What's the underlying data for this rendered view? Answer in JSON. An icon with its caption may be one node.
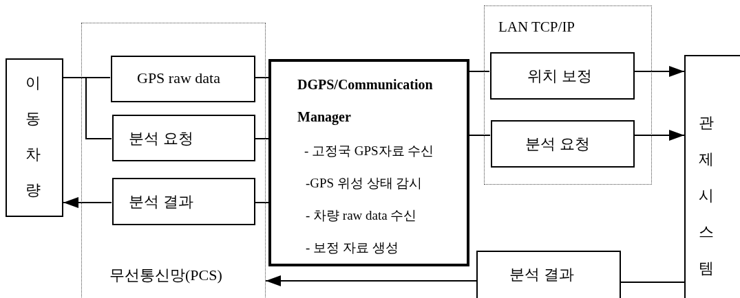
{
  "diagram": {
    "nodes": [
      {
        "text": [
          "이동차량"
        ]
      },
      {
        "text": [
          "무선통신망(PCS)"
        ]
      },
      {
        "text": [
          "GPS raw data"
        ],
        "in": 1
      },
      {
        "text": [
          "분석 요청"
        ],
        "in": 1
      },
      {
        "text": [
          "분석 결과"
        ],
        "in": 1
      },
      {
        "text": [
          "DGPS/Communication Manager",
          "- 고정국 GPS자료 수신",
          "-GPS 위성 상태 감시",
          "- 차량 raw data 수신",
          "- 보정 자료 생성"
        ]
      },
      {
        "text": [
          "LAN TCP/IP"
        ]
      },
      {
        "text": [
          "위치 보정"
        ],
        "in": 6
      },
      {
        "text": [
          "분석 요청"
        ],
        "in": 6
      },
      {
        "text": [
          "관제시스템"
        ]
      },
      {
        "text": [
          "분석 결과"
        ]
      }
    ],
    "edges": [
      {
        "from": 0,
        "to": 2,
        "arrow": "none"
      },
      {
        "from": 0,
        "to": 3,
        "arrow": "none"
      },
      {
        "from": 4,
        "to": 0,
        "arrow": "to"
      },
      {
        "from": 2,
        "to": 5,
        "arrow": "none"
      },
      {
        "from": 3,
        "to": 5,
        "arrow": "none"
      },
      {
        "from": 5,
        "to": 4,
        "arrow": "none"
      },
      {
        "from": 5,
        "to": 7,
        "arrow": "none"
      },
      {
        "from": 5,
        "to": 8,
        "arrow": "none"
      },
      {
        "from": 7,
        "to": 9,
        "arrow": "to"
      },
      {
        "from": 8,
        "to": 9,
        "arrow": "to"
      },
      {
        "from": 9,
        "to": 10,
        "arrow": "none"
      },
      {
        "from": 10,
        "to": 1,
        "arrow": "to"
      }
    ]
  }
}
